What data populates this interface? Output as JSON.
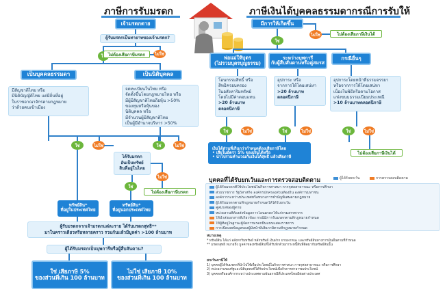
{
  "titles": {
    "inheritance": "ภาษีการรับมรดก",
    "gift": "ภาษีเงินได้บุคคลธรรมดากรณีการรับให้"
  },
  "left": {
    "deceased": "เจ้ามรดกตาย",
    "q_heir": "ผู้รับมรดกเป็นทายาทของเจ้ามรดก?",
    "yes": "ใช่",
    "no": "ไม่ใช่",
    "no_tax": "ไม่ต้องเสียภาษีมรดก",
    "natural_person": "เป็นบุคคลธรรมดา",
    "juristic_person": "เป็นนิติบุคคล",
    "natural_list": [
      "มีสัญชาติไทย หรือ",
      "มีนิติบัญญัติไทย แต่มีถิ่นที่อยู่",
      "ในราชอาณาจักรตามกฎหมาย",
      "ว่าด้วยคนเข้าเมือง"
    ],
    "juristic_list": [
      "จดทะเบียนในไทย หรือ",
      "จัดตั้งขึ้นโดยกฎหมายไทย หรือ",
      "มีผู้มีสัญชาติไทยถือหุ้น >50%",
      "ของทุนหรือหุ้นของ",
      "นิติบุคคล หรือ",
      "มีจำนวนผู้มีสัญชาติไทย",
      "เป็นผู้มีอำนาจบริหาร >50%"
    ],
    "q_property": [
      "ได้รับมรดก",
      "อันเป็นทรัพย์",
      "สินที่อยู่ในไทย"
    ],
    "no_tax_2": "ไม่ต้องเสียภาษีมรดก",
    "asset_in_thai": [
      "ทรัพย์สิน*",
      "ที่อยู่ในประเทศไทย"
    ],
    "asset_outside": [
      "ทรัพย์สิน*",
      "ที่อยู่นอกประเทศไทย"
    ],
    "sum_text": [
      "ผู้รับมรดกจากเจ้ามรดกแต่ละราย ได้รับมรดกสุทธิ**",
      "มาในคราวเดียวหรือหลายคราว รวมกันแล้วมีมูลค่า >100 ล้านบาท"
    ],
    "q_ancestor": "ผู้ได้รับมรดกเป็นบุพการีหรือผู้สืบสันดาน?",
    "tax5": [
      "ใช่ เสียภาษี 5%",
      "ของส่วนที่เกิน 100 ล้านบาท"
    ],
    "tax10": [
      "ไม่ใช่ เสียภาษี 10%",
      "ของส่วนที่เกิน 100 ล้านบาท"
    ]
  },
  "right": {
    "giver": "มีการให้เกิดขึ้น",
    "yes": "ใช่",
    "no": "ไม่ใช่",
    "no_tax_income": "ไม่ต้องเสียภาษีเงินได้",
    "col1_head": [
      "พ่อแม่ให้บุตร",
      "(ไม่รวมบุตรบุญธรรม)"
    ],
    "col2_head": [
      "ระหว่างบุพการี",
      "กับผู้สืบสันดานหรือคู่สมรส"
    ],
    "col3_head": "กรณีอื่นๆ",
    "col1_box": [
      "โอนกรรมสิทธิ์ หรือ",
      "สิทธิครอบครอง",
      "ในอสังหาริมทรัพย์",
      "โดยไม่มีค่าตอบแทน",
      ">20 ล้านบาท",
      "ตลอดปีภาษี"
    ],
    "col2_box": [
      "อุปการะ หรือ",
      "จากการให้โดยเสน่หา",
      ">20 ล้านบาท",
      "ตลอดปีภาษี"
    ],
    "col3_box": [
      "อุปการะโดยหน้าที่ธรรมจรรยา",
      "หรือจากการให้โดยเสน่หา",
      "เนื่องในพิธีหรือตามโอกาส",
      "แห่งขนบธรรมเนียมประเพณี",
      ">10 ล้านบาทตลอดปีภาษี"
    ],
    "pay_tax": [
      "เงินได้ส่วนที่เกินกว่ากำหนดต้องเสียภาษีโดย",
      "• เสียในอัตรา 5% ของเงินได้หรือ",
      "• นำไปรวมคำนวณกับเงินได้สุทธิ แล้วเสียภาษี"
    ],
    "no_tax_income_2": "ไม่ต้องเสียภาษีเงินได้"
  },
  "exempt": {
    "title": "บุคคลที่ได้รับยกเว้นและการตรวจสอบติดตาม",
    "legend1": "ผู้ได้รับยกเว้น",
    "legend2": "การตรวจสอบติดตาม",
    "rows": [
      "ผู้ได้รับมรดกที่ใช้ประโยชน์ในกิจการศาสนา การกุศลสาธารณะ หรือการศึกษา",
      "ส่วนราชการ รัฐวิสาหกิจ องค์กรปกครองส่วนท้องถิ่น องค์การมหาชน",
      "องค์การระหว่างประเทศหรือทบวงการชำนัญพิเศษตามกฎหมาย",
      "ผู้ได้รับมรดกตามที่กฎหมายกำหนดให้ได้รับยกเว้น",
      "คู่สมรสของผู้ตาย",
      "หน่วยงานที่ต้องส่งข้อมูลการโอนมรดกให้แก่กรมสรรพากร",
      "ให้นำส่งเอกสารที่เกี่ยวข้อง กรณีมีการรับมรดกตามที่กฎหมายกำหนด",
      "ให้ผู้ที่อยู่ในฐานะผู้จัดการมรดกยื่นแบบแสดงรายการ",
      "การเปิดเผยข้อมูลของผู้มีหน้าที่เสียภาษีตามที่กฎหมายกำหนด"
    ]
  },
  "notes": {
    "head": "หมายเหตุ",
    "lines": [
      "* ทรัพย์สิน ได้แก่ อสังหาริมทรัพย์ หลักทรัพย์ เงินฝาก ยานพาหนะ และทรัพย์สินทางการเงินอื่นตามที่กำหนด",
      "** มรดกสุทธิ หมายถึง มูลค่าของทรัพย์สินที่ได้รับหักด้วยภาระหนี้สินที่ติดมากับทรัพย์สินนั้น"
    ],
    "head2": "ยกเว้นภาษีให้",
    "lines2": [
      "1) บุคคลผู้ได้รับมรดกที่นำไปใช้เพื่อประโยชน์ในกิจการศาสนา การกุศลสาธารณะ หรือการศึกษา",
      "2) หน่วยงานของรัฐและนิติบุคคลที่ได้รับประโยชน์เพื่อกิจการสาธารณประโยชน์",
      "3) บุคคลหรือองค์การระหว่างประเทศตามพันธกรณีที่ประเทศไทยมีต่อต่างประเทศ"
    ]
  }
}
